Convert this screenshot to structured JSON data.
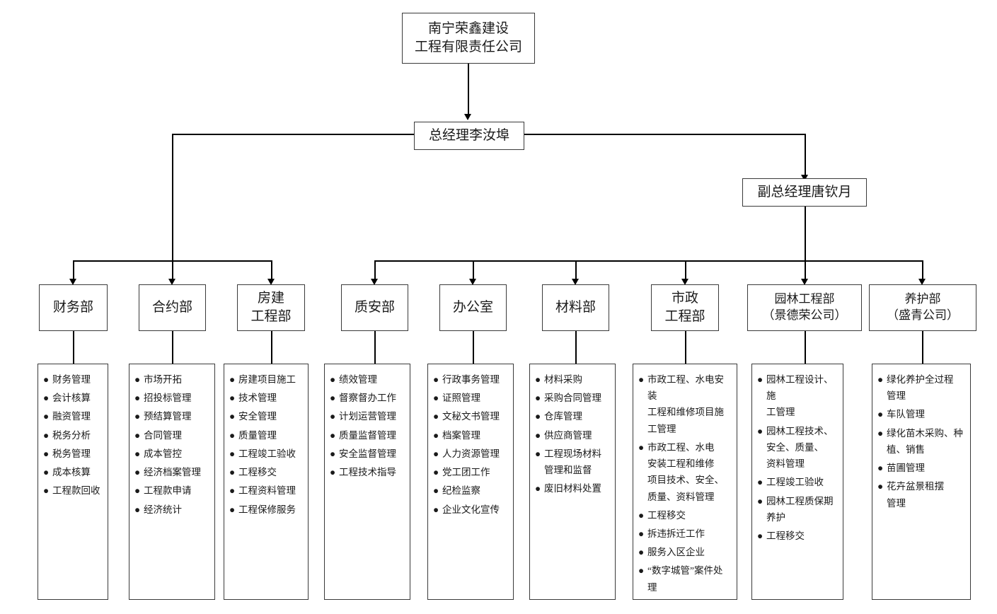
{
  "chart": {
    "type": "org-chart",
    "title_node": {
      "name": "company-root",
      "lines": [
        "南宁荣鑫建设",
        "工程有限责任公司"
      ]
    },
    "executives": [
      {
        "name": "general-manager",
        "lines": [
          "总经理李汝埠"
        ]
      },
      {
        "name": "deputy-general-manager",
        "lines": [
          "副总经理唐钦月"
        ]
      }
    ],
    "departments": [
      {
        "id": "finance",
        "lines": [
          "财务部"
        ],
        "reports_to": "general-manager",
        "duties": [
          [
            "财务管理"
          ],
          [
            "会计核算"
          ],
          [
            "融资管理"
          ],
          [
            "税务分析"
          ],
          [
            "税务管理"
          ],
          [
            "成本核算"
          ],
          [
            "工程款回收"
          ]
        ]
      },
      {
        "id": "contract",
        "lines": [
          "合约部"
        ],
        "reports_to": "general-manager",
        "duties": [
          [
            "市场开拓"
          ],
          [
            "招投标管理"
          ],
          [
            "预结算管理"
          ],
          [
            "合同管理"
          ],
          [
            "成本管控"
          ],
          [
            "经济档案管理"
          ],
          [
            "工程款申请"
          ],
          [
            "经济统计"
          ]
        ]
      },
      {
        "id": "housing-engineering",
        "lines": [
          "房建",
          "工程部"
        ],
        "reports_to": "general-manager",
        "duties": [
          [
            "房建项目施工"
          ],
          [
            "技术管理"
          ],
          [
            "安全管理"
          ],
          [
            "质量管理"
          ],
          [
            "工程竣工验收"
          ],
          [
            "工程移交"
          ],
          [
            "工程资料管理"
          ],
          [
            "工程保修服务"
          ]
        ]
      },
      {
        "id": "quality-safety",
        "lines": [
          "质安部"
        ],
        "reports_to": "deputy-general-manager",
        "duties": [
          [
            "绩效管理"
          ],
          [
            "督察督办工作"
          ],
          [
            "计划运营管理"
          ],
          [
            "质量监督管理"
          ],
          [
            "安全监督管理"
          ],
          [
            "工程技术指导"
          ]
        ]
      },
      {
        "id": "office",
        "lines": [
          "办公室"
        ],
        "reports_to": "deputy-general-manager",
        "duties": [
          [
            "行政事务管理"
          ],
          [
            "证照管理"
          ],
          [
            "文秘文书管理"
          ],
          [
            "档案管理"
          ],
          [
            "人力资源管理"
          ],
          [
            "党工团工作"
          ],
          [
            "纪检监察"
          ],
          [
            "企业文化宣传"
          ]
        ]
      },
      {
        "id": "materials",
        "lines": [
          "材料部"
        ],
        "reports_to": "deputy-general-manager",
        "duties": [
          [
            "材料采购"
          ],
          [
            "采购合同管理"
          ],
          [
            "仓库管理"
          ],
          [
            "供应商管理"
          ],
          [
            "工程现场材料",
            "管理和监督"
          ],
          [
            "废旧材料处置"
          ]
        ]
      },
      {
        "id": "municipal-engineering",
        "lines": [
          "市政",
          "工程部"
        ],
        "reports_to": "deputy-general-manager",
        "duties": [
          [
            "市政工程、水电安装",
            "工程和维修项目施",
            "工管理"
          ],
          [
            "市政工程、水电",
            "安装工程和维修",
            "项目技术、安全、",
            "质量、资料管理"
          ],
          [
            "工程移交"
          ],
          [
            "拆违拆迁工作"
          ],
          [
            "服务入区企业"
          ],
          [
            "“数字城管”案件处",
            "理"
          ]
        ]
      },
      {
        "id": "landscape-engineering",
        "lines": [
          "园林工程部",
          "（景德荣公司）"
        ],
        "reports_to": "deputy-general-manager",
        "duties": [
          [
            "园林工程设计、施",
            "工管理"
          ],
          [
            "园林工程技术、",
            "安全、质量、",
            "资料管理"
          ],
          [
            "工程竣工验收"
          ],
          [
            "园林工程质保期",
            "养护"
          ],
          [
            "工程移交"
          ]
        ]
      },
      {
        "id": "maintenance",
        "lines": [
          "养护部",
          "（盛青公司）"
        ],
        "reports_to": "deputy-general-manager",
        "duties": [
          [
            "绿化养护全过程",
            "管理"
          ],
          [
            "车队管理"
          ],
          [
            "绿化苗木采购、种",
            "植、销售"
          ],
          [
            "苗圃管理"
          ],
          [
            "花卉盆景租摆",
            "管理"
          ]
        ]
      }
    ],
    "bullet_glyph": "●",
    "colors": {
      "line": "#000000",
      "box_border": "#3a3a3a",
      "text": "#1a1a1a",
      "background": "#ffffff"
    }
  }
}
